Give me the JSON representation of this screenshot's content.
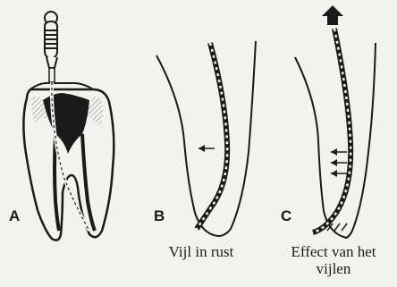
{
  "panels": {
    "a": {
      "letter": "A"
    },
    "b": {
      "letter": "B",
      "caption": "Vijl in rust"
    },
    "c": {
      "letter": "C",
      "caption_line1": "Effect van het",
      "caption_line2": "vijlen"
    }
  },
  "colors": {
    "ink": "#1a1a1a",
    "background": "#f4f2ec"
  }
}
